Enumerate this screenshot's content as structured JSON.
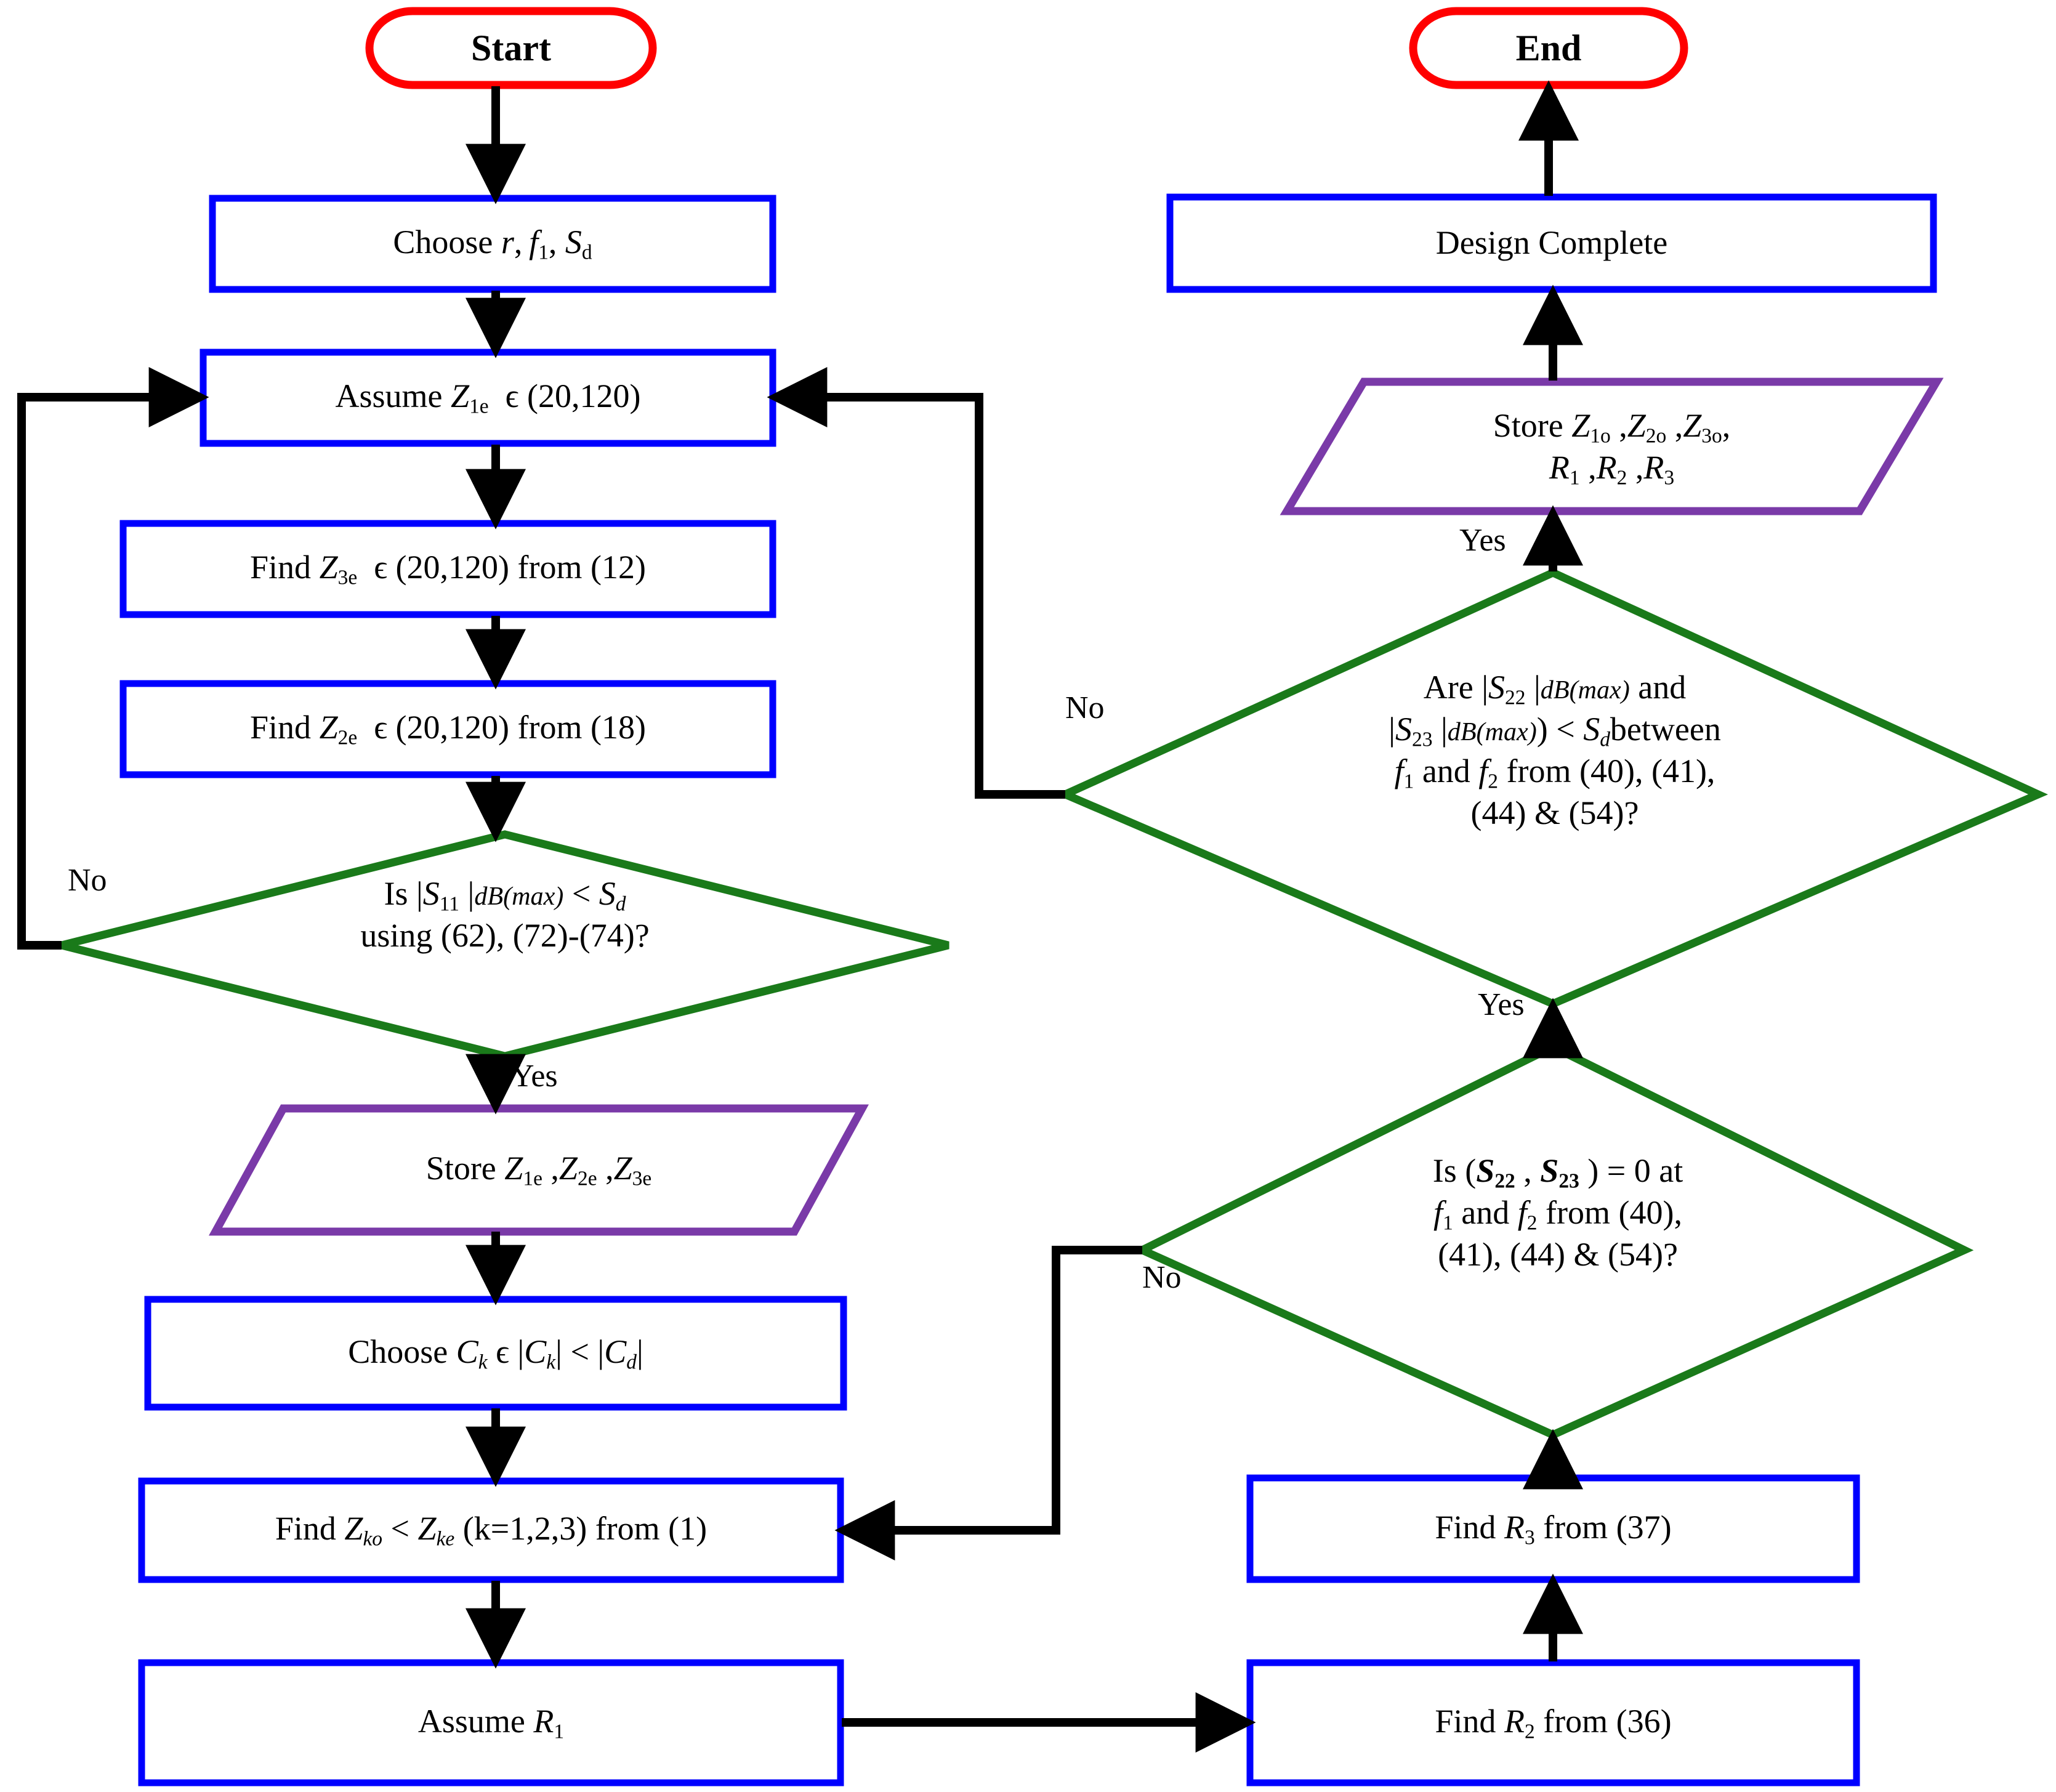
{
  "diagram": {
    "title": "Design procedure flowchart",
    "colors": {
      "terminal_stroke": "#FF0000",
      "process_stroke": "#0000FF",
      "decision_stroke": "#1A7A1A",
      "data_stroke": "#7A3AA8",
      "connector": "#000000",
      "text": "#000000",
      "background": "#FFFFFF"
    },
    "nodes": [
      {
        "id": "start",
        "shape": "terminal",
        "label": "Start"
      },
      {
        "id": "choose-r-f1-sd",
        "shape": "process",
        "label": "Choose r, f1, Sd"
      },
      {
        "id": "assume-z1e",
        "shape": "process",
        "label": "Assume Z1e ϵ (20,120)"
      },
      {
        "id": "find-z3e",
        "shape": "process",
        "label": "Find Z3e ϵ (20,120) from (12)"
      },
      {
        "id": "find-z2e",
        "shape": "process",
        "label": "Find Z2e ϵ (20,120) from (18)"
      },
      {
        "id": "dec-s11",
        "shape": "decision",
        "label": "Is |S11 |dB(max) < Sd using (62), (72)-(74)?"
      },
      {
        "id": "store-even",
        "shape": "data",
        "label": "Store Z1e ,Z2e ,Z3e"
      },
      {
        "id": "choose-ck",
        "shape": "process",
        "label": "Choose Ck ϵ |Ck| < |Cd|"
      },
      {
        "id": "find-zko",
        "shape": "process",
        "label": "Find Zko < Zke (k=1,2,3) from (1)"
      },
      {
        "id": "assume-r1",
        "shape": "process",
        "label": "Assume R1"
      },
      {
        "id": "find-r2",
        "shape": "process",
        "label": "Find R2 from (36)"
      },
      {
        "id": "find-r3",
        "shape": "process",
        "label": "Find R3 from (37)"
      },
      {
        "id": "dec-s22-s23-zero",
        "shape": "decision",
        "label": "Is (S22 , S23 ) = 0 at f1 and f2 from (40), (41), (44) & (54)?"
      },
      {
        "id": "dec-s22-s23-db",
        "shape": "decision",
        "label": "Are |S22 |dB(max) and |S23 |dB(max)) < Sd between f1 and f2 from (40), (41), (44) & (54)?"
      },
      {
        "id": "store-odd",
        "shape": "data",
        "label": "Store Z1o ,Z2o ,Z3o, R1 ,R2 ,R3"
      },
      {
        "id": "design-complete",
        "shape": "process",
        "label": "Design Complete"
      },
      {
        "id": "end",
        "shape": "terminal",
        "label": "End"
      }
    ],
    "edge_labels": {
      "no_left": "No",
      "yes_left": "Yes",
      "no_mid_right": "No",
      "yes_mid_right": "Yes",
      "no_top_right": "No",
      "yes_top_right": "Yes"
    }
  }
}
